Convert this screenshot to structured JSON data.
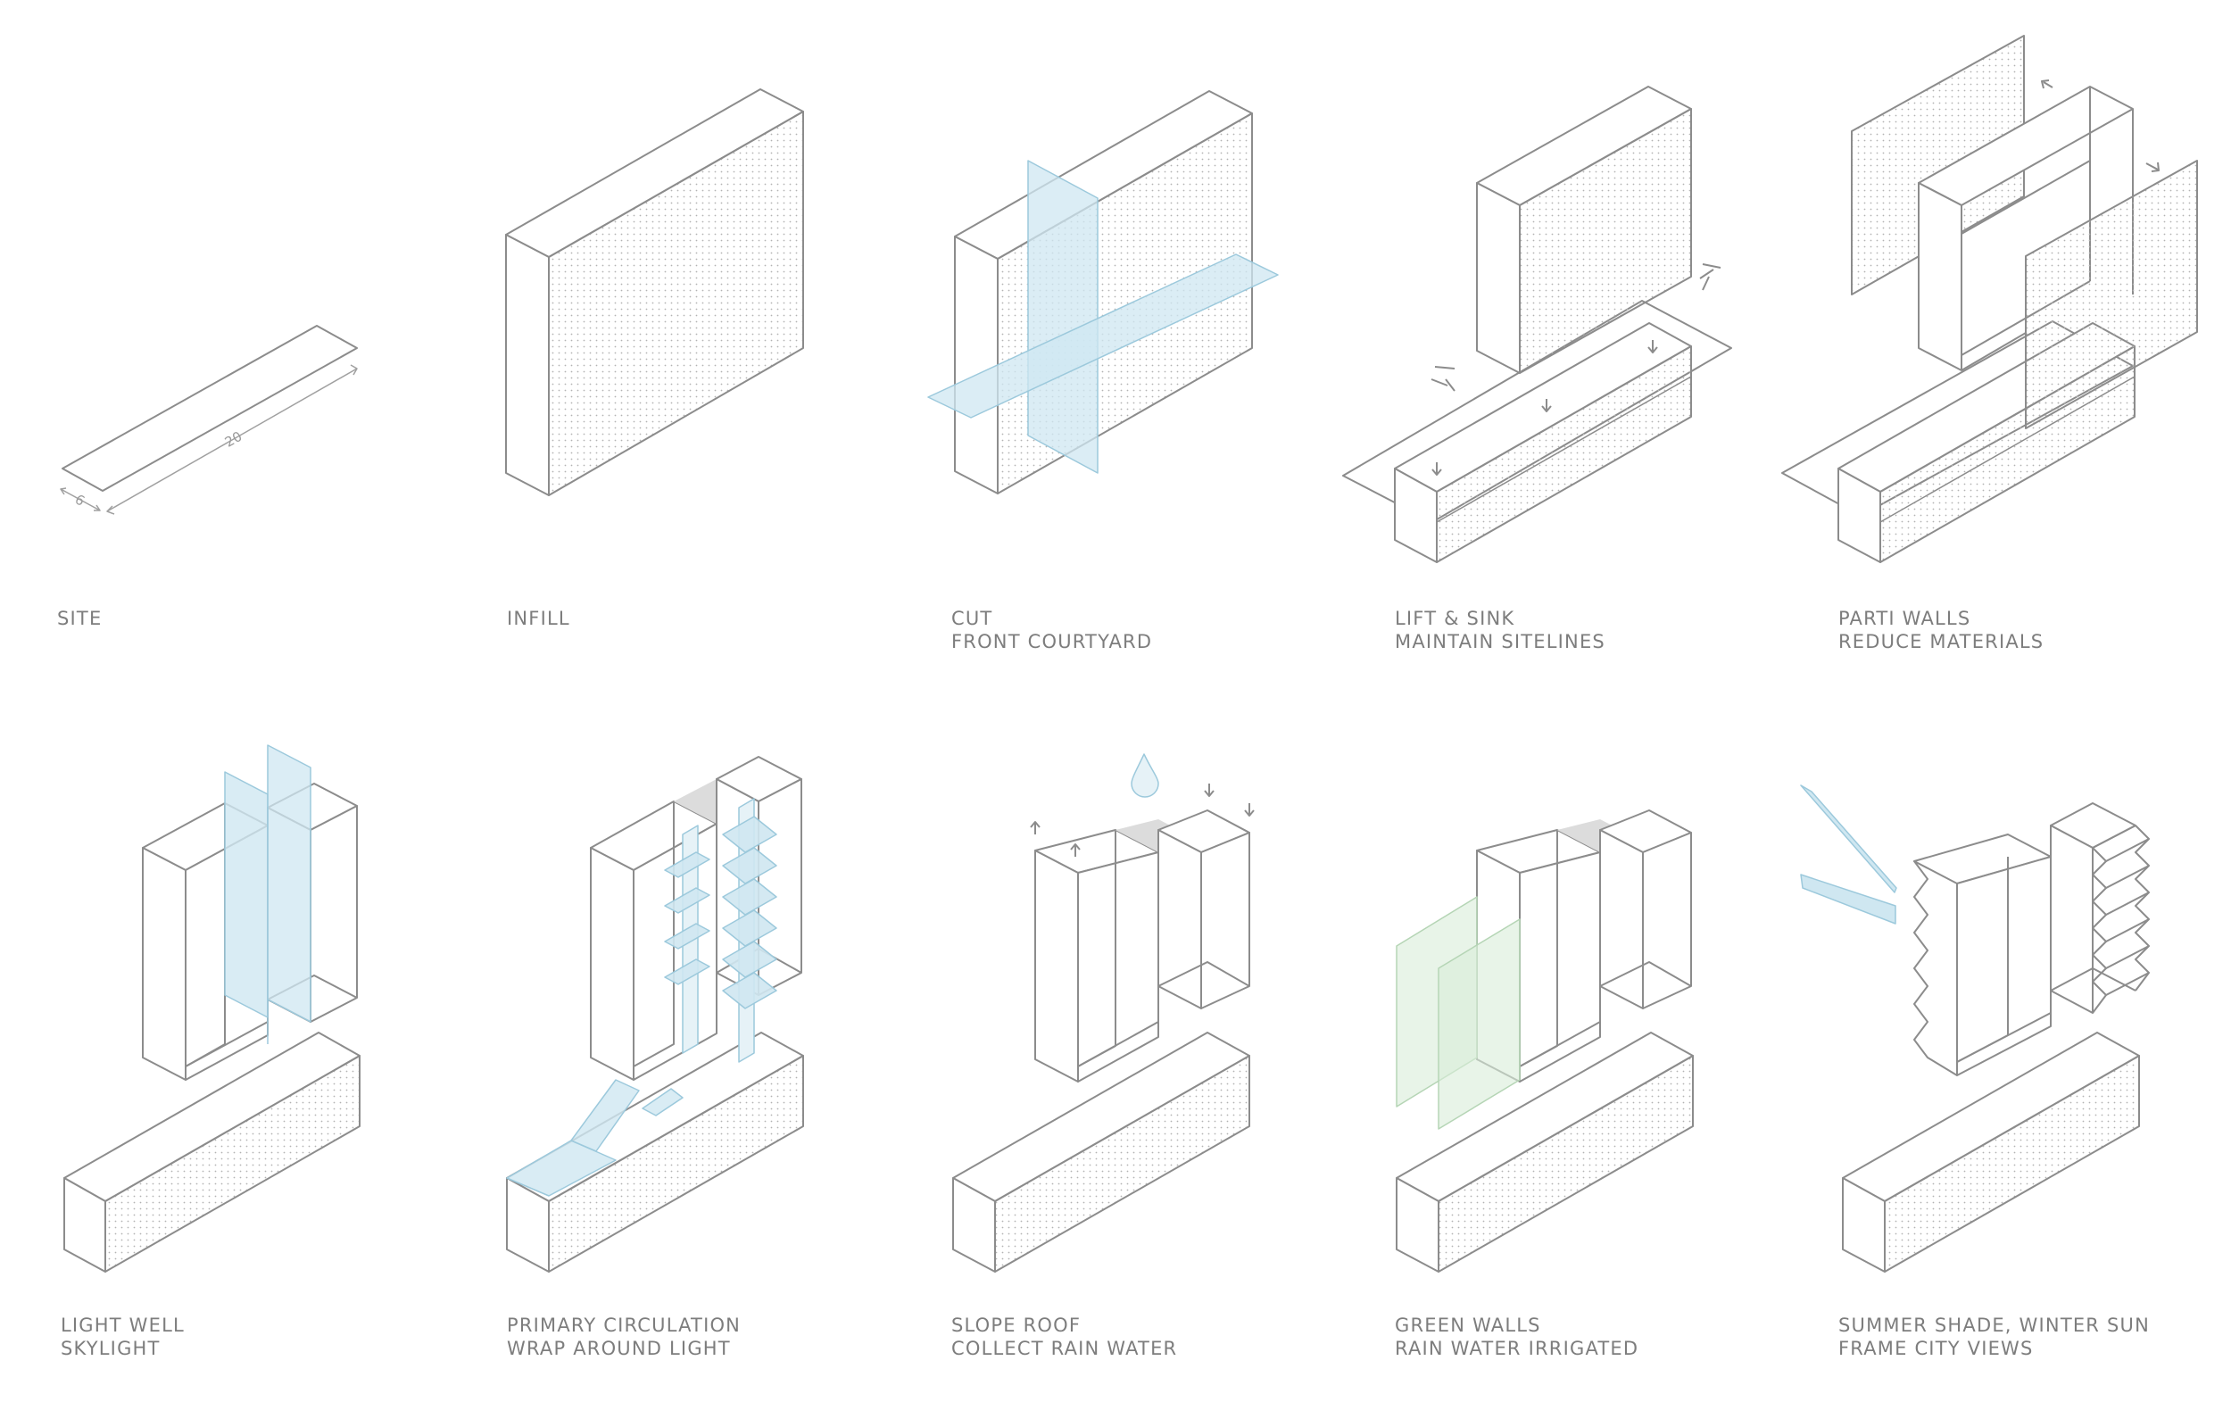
{
  "panels": [
    {
      "line1": "SITE",
      "line2": "",
      "dim_length": "20",
      "dim_width": "6"
    },
    {
      "line1": "INFILL",
      "line2": ""
    },
    {
      "line1": "CUT",
      "line2": "FRONT COURTYARD"
    },
    {
      "line1": "LIFT & SINK",
      "line2": "MAINTAIN SITELINES"
    },
    {
      "line1": "PARTI WALLS",
      "line2": "REDUCE MATERIALS"
    },
    {
      "line1": "LIGHT WELL",
      "line2": "SKYLIGHT"
    },
    {
      "line1": "PRIMARY CIRCULATION",
      "line2": "WRAP AROUND LIGHT"
    },
    {
      "line1": "SLOPE ROOF",
      "line2": "COLLECT RAIN WATER"
    },
    {
      "line1": "GREEN WALLS",
      "line2": "RAIN WATER IRRIGATED"
    },
    {
      "line1": "SUMMER SHADE, WINTER SUN",
      "line2": "FRAME CITY  VIEWS"
    }
  ],
  "colors": {
    "line": "#8c8c8c",
    "light": "#cfe7f1",
    "green": "#d9ecd9",
    "roof": "#dcdcdc",
    "text": "#7d7d7d"
  }
}
